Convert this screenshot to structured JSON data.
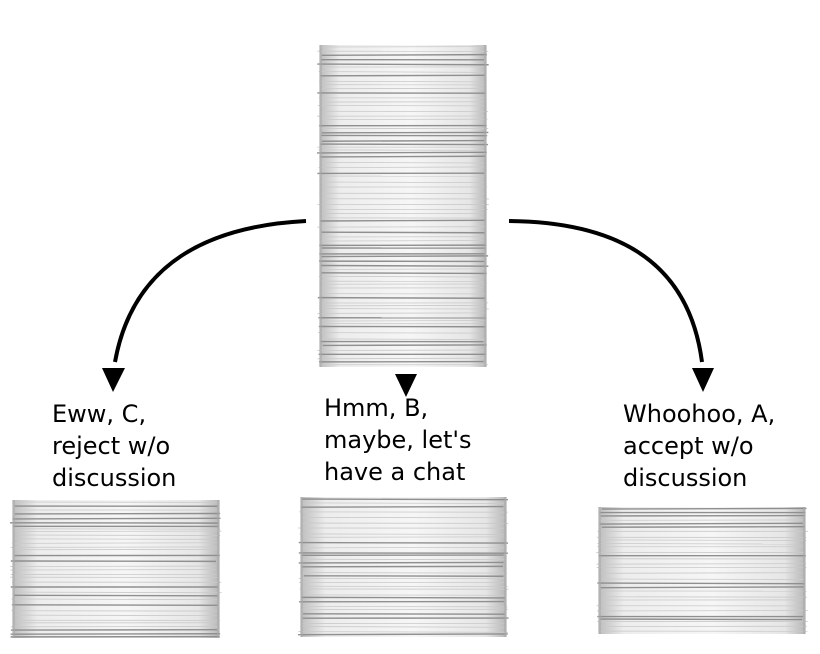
{
  "colors": {
    "background": "#ffffff",
    "arrow": "#000000",
    "paper_dark": "#8f8f8f",
    "paper_mid": "#c9c9c9",
    "paper_light": "#f1f1f1"
  },
  "diagram": {
    "source_stack": {
      "icon": "paper-stack-icon"
    },
    "outcomes": [
      {
        "id": "left",
        "lines": [
          "Eww, C,",
          "reject w/o",
          "discussion"
        ],
        "icon": "paper-stack-icon"
      },
      {
        "id": "center",
        "lines": [
          "Hmm, B,",
          "maybe, let's",
          "have a chat"
        ],
        "icon": "paper-stack-icon"
      },
      {
        "id": "right",
        "lines": [
          "Whoohoo, A,",
          "accept w/o",
          "discussion"
        ],
        "icon": "paper-stack-icon"
      }
    ]
  }
}
